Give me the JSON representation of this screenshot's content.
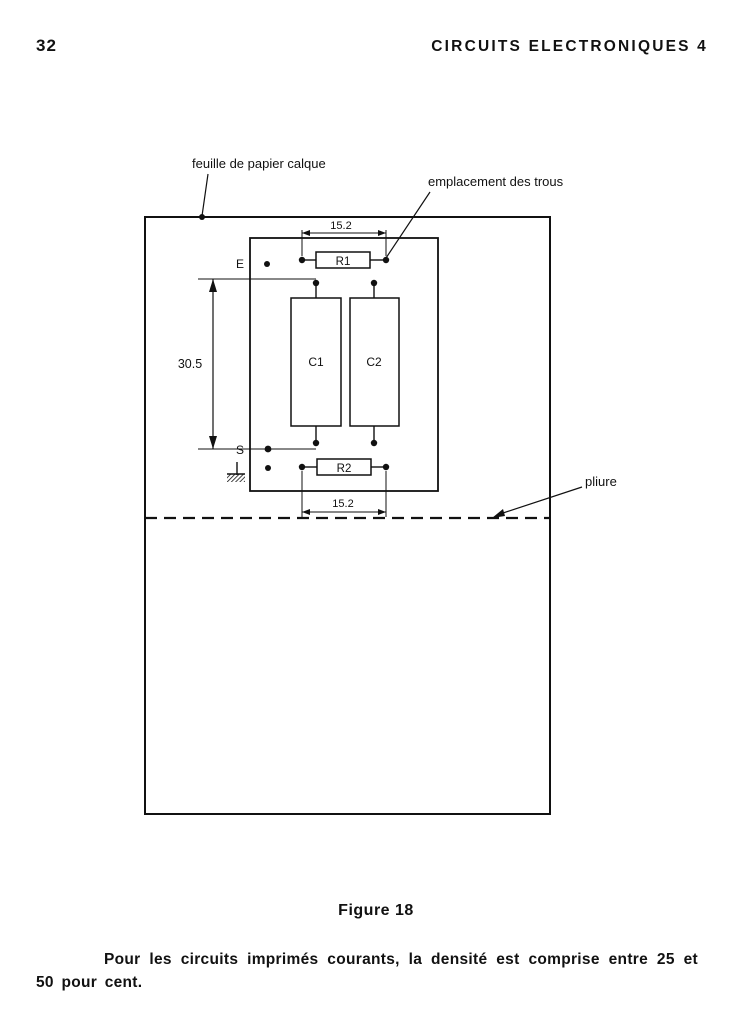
{
  "header": {
    "page_number": "32",
    "running_title": "CIRCUITS ELECTRONIQUES 4"
  },
  "figure": {
    "labels": {
      "tracing_sheet": "feuille de papier calque",
      "hole_locations": "emplacement des trous",
      "fold": "pliure",
      "input": "E",
      "output": "S",
      "dim_top": "15.2",
      "dim_bottom": "15.2",
      "dim_vertical": "30.5",
      "r1": "R1",
      "r2": "R2",
      "c1": "C1",
      "c2": "C2"
    },
    "caption": "Figure 18"
  },
  "body": {
    "paragraph": "Pour les circuits imprimés courants, la densité est comprise entre 25 et 50 pour cent."
  }
}
